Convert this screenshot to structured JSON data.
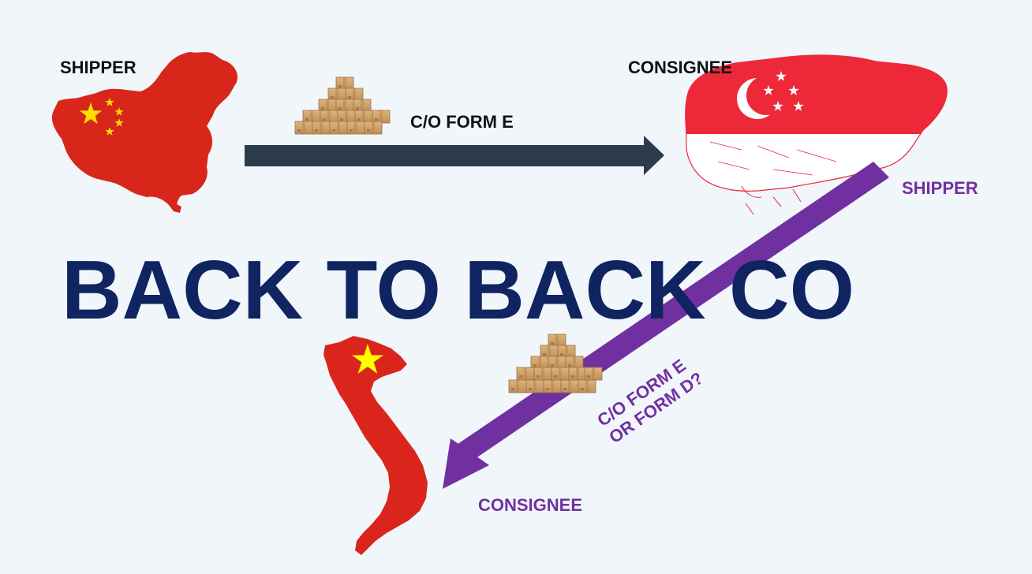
{
  "title": "BACK TO BACK CO",
  "china": {
    "role_label": "SHIPPER",
    "map_color": "#d8261b",
    "star_color": "#ffde00"
  },
  "singapore": {
    "role_label_top": "CONSIGNEE",
    "role_label_side": "SHIPPER",
    "red_color": "#ed2939",
    "white_color": "#ffffff"
  },
  "vietnam": {
    "role_label": "CONSIGNEE",
    "map_color": "#da251d",
    "star_color": "#ffff00"
  },
  "shipment_1": {
    "document_label": "C/O FORM E",
    "arrow_color": "#2c3a4e",
    "cargo_icon": "cardboard-boxes-icon"
  },
  "shipment_2": {
    "document_label_line1": "C/O FORM E",
    "document_label_line2": "OR FORM D?",
    "arrow_color": "#7030a0",
    "cargo_icon": "cardboard-boxes-icon"
  },
  "colors": {
    "title": "#0f2461",
    "black_label": "#111111",
    "purple_label": "#7030a0"
  }
}
